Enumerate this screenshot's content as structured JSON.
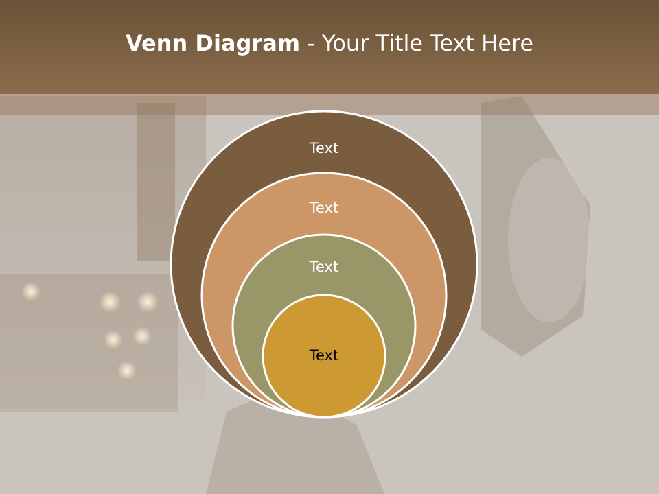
{
  "title": {
    "bold_part": "Venn Diagram",
    "rest_part": " - Your Title Text Here"
  },
  "colors": {
    "title_bar": "#7a5e40",
    "background": "#c9c3bd",
    "ring_outer": "#7a5c3f",
    "ring_second": "#cc9666",
    "ring_third": "#999767",
    "ring_inner": "#cc9933",
    "ring_border": "#ffffff"
  },
  "diagram": {
    "rings": [
      {
        "label": "Text",
        "color": "#7a5c3f",
        "text_color": "#ffffff"
      },
      {
        "label": "Text",
        "color": "#cc9666",
        "text_color": "#ffffff"
      },
      {
        "label": "Text",
        "color": "#999767",
        "text_color": "#ffffff"
      },
      {
        "label": "Text",
        "color": "#cc9933",
        "text_color": "#000000"
      }
    ]
  }
}
